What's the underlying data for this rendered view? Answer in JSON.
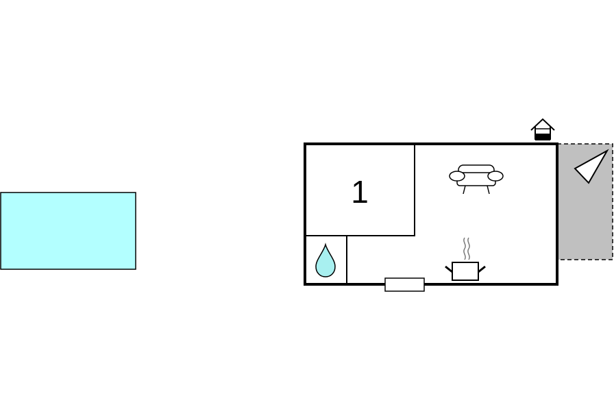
{
  "floorplan": {
    "bedroom_label": "1",
    "colors": {
      "pool": "#b3ffff",
      "water_drop": "#a8f0f0",
      "terrace": "#c0c0c0",
      "wall": "#000000",
      "background": "#ffffff"
    },
    "icons": [
      "pool",
      "entrance-house-icon",
      "sofa-icon",
      "cooking-pot-icon",
      "water-drop-icon",
      "terrace-triangle-icon",
      "window"
    ]
  }
}
